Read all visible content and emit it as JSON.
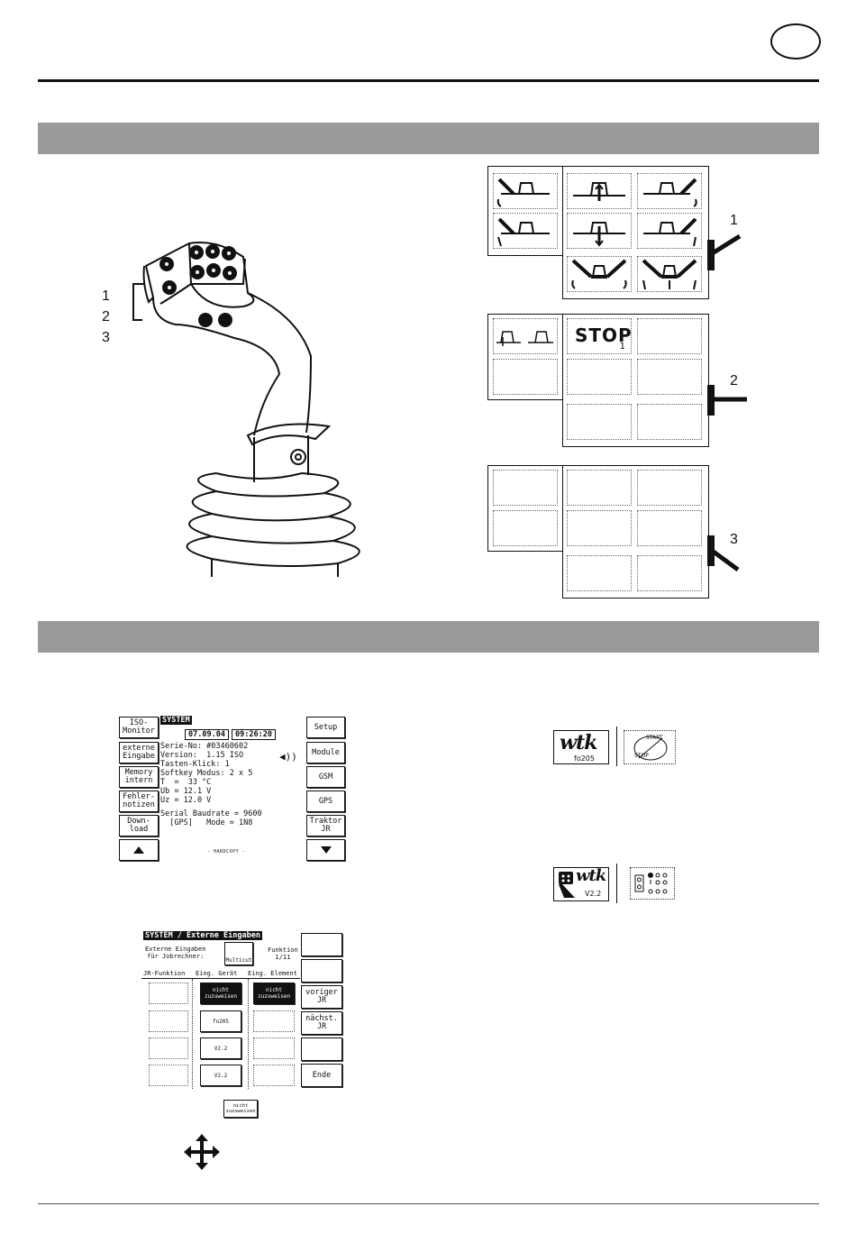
{
  "callouts_left": [
    "1",
    "2",
    "3"
  ],
  "callouts_right": [
    "1",
    "2",
    "3"
  ],
  "grid2": {
    "stop_label": "STOP",
    "stop_sub": "1"
  },
  "system_screen": {
    "left_buttons": [
      "ISO-\nMonitor",
      "externe\nEingabe",
      "Memory\nintern",
      "Fehler-\nnotizen",
      "Down-\nload"
    ],
    "right_buttons": [
      "Setup",
      "Module",
      "GSM",
      "GPS",
      "Traktor\nJR"
    ],
    "title": "SYSTEM",
    "date": "07.09.04",
    "time": "09:26:20",
    "lines": [
      "Serie-No: #03460602",
      "Version:  1.15 ISO",
      "Tasten-Klick: 1",
      "Softkey Modus: 2 x 5",
      "T  =  33 °C",
      "Ub = 12.1 V",
      "Uz = 12.0 V",
      "Serial Baudrate = 9600",
      "  [GPS]   Mode = 1N8"
    ],
    "hardcopy": "- HARDCOPY -",
    "speaker": "◀))"
  },
  "ext_screen": {
    "title": "SYSTEM / Externe Eingaben",
    "subtitle": "Externe Eingaben\nfür Jobrechner:",
    "multicut": "Multicut",
    "funktion": "Funktion\n1/11",
    "col_headers": [
      "JR-Funktion",
      "Eing. Gerät",
      "Eing. Element"
    ],
    "nicht": "nicht\nzuzuweisen",
    "right_buttons": [
      "",
      "",
      "voriger\nJR",
      "nächst.\nJR",
      "",
      "Ende"
    ],
    "v22": "V2.2",
    "fo205": "fo205"
  },
  "wtk_logo": {
    "text": "wtk",
    "fo205": "fo205",
    "v22": "V2.2",
    "start": "START",
    "stop": "STOP"
  },
  "small_button": "nicht\nzuzuweisen"
}
